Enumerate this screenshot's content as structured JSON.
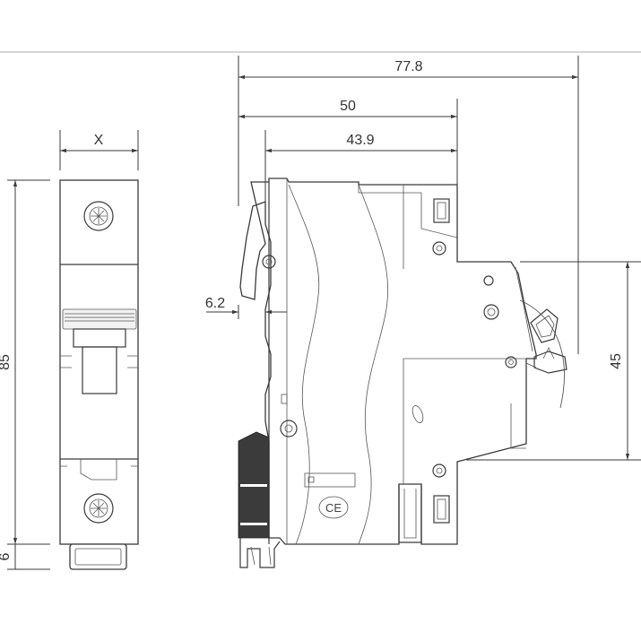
{
  "front_view": {
    "width_label": "X",
    "height_label": "85",
    "bottom_label": "6"
  },
  "side_view": {
    "total_depth": "77.8",
    "depth_50": "50",
    "depth_43": "43.9",
    "rail_offset": "6.2",
    "rail_height": "45",
    "ce_mark": "CE"
  },
  "colors": {
    "line": "#3a3a3a",
    "frame": "#c8c8c8",
    "fill_dark": "#3b3b3b"
  }
}
